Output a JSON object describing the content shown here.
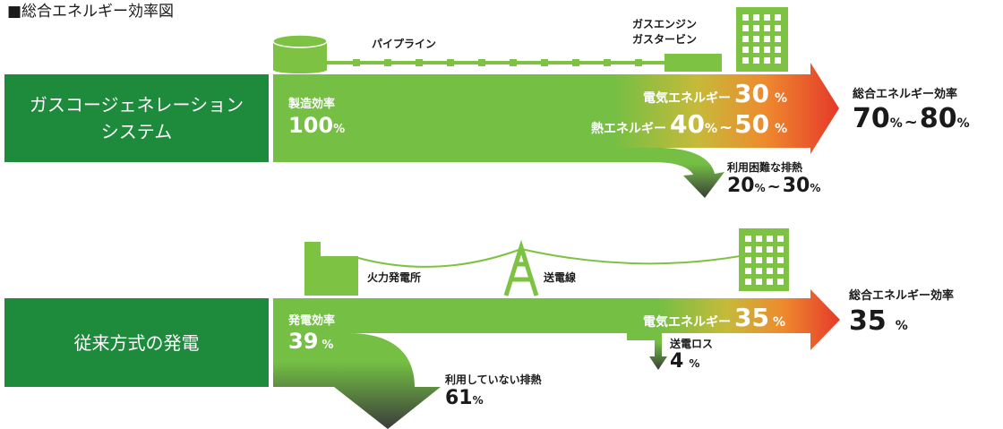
{
  "title": "■総合エネルギー効率図",
  "symbols": {
    "percent": "%",
    "range": "~"
  },
  "colors": {
    "system_box": "#1d8a3c",
    "flow_green": "#74bf44",
    "icon_green": "#7dc242",
    "flow_yellow": "#c6ba3a",
    "flow_orange": "#ee8a2e",
    "flow_red": "#e5392a",
    "exhaust_dark": "#3a3d3a",
    "text": "#1a1a1a"
  },
  "icons": [
    "gas-tank-icon",
    "pipeline-icon",
    "gas-engine-icon",
    "building-icon",
    "factory-icon",
    "power-tower-icon"
  ],
  "cogeneration": {
    "system_label": [
      "ガスコージェネレーション",
      "システム"
    ],
    "pipeline_label": "パイプライン",
    "engine_label": [
      "ガスエンジン",
      "ガスタービン"
    ],
    "production_efficiency": {
      "label": "製造効率",
      "value": 100
    },
    "electric_energy": {
      "label": "電気エネルギー",
      "value": 30
    },
    "heat_energy": {
      "label": "熱エネルギー",
      "value_low": 40,
      "value_high": 50
    },
    "total_efficiency": {
      "label": "総合エネルギー効率",
      "value_low": 70,
      "value_high": 80
    },
    "waste_heat": {
      "label": "利用困難な排熱",
      "value_low": 20,
      "value_high": 30
    }
  },
  "conventional": {
    "system_label": "従来方式の発電",
    "plant_label": "火力発電所",
    "transmission_label": "送電線",
    "generation_efficiency": {
      "label": "発電効率",
      "value": 39
    },
    "electric_energy": {
      "label": "電気エネルギー",
      "value": 35
    },
    "total_efficiency": {
      "label": "総合エネルギー効率",
      "value": 35
    },
    "transmission_loss": {
      "label": "送電ロス",
      "value": 4
    },
    "unused_waste_heat": {
      "label": "利用していない排熱",
      "value": 61
    }
  }
}
